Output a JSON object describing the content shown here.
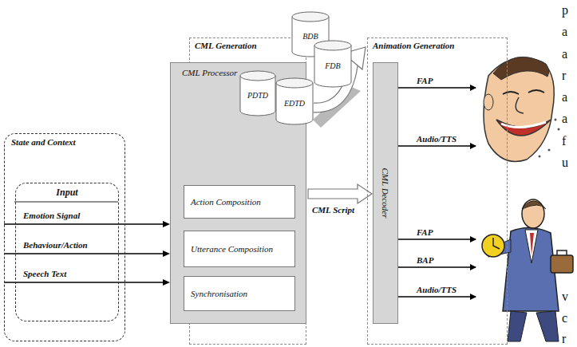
{
  "diagram": {
    "nodes": [
      {
        "text": [
          "State and Context"
        ]
      },
      {
        "text": [
          "Input"
        ],
        "in": 0
      },
      {
        "text": [
          "CML Generation"
        ]
      },
      {
        "text": [
          "CML Processor"
        ],
        "in": 2
      },
      {
        "text": [
          "Action Composition"
        ],
        "in": 3
      },
      {
        "text": [
          "Utterance Composition"
        ],
        "in": 3
      },
      {
        "text": [
          "Synchronisation"
        ],
        "in": 3
      },
      {
        "text": [
          "BDB"
        ]
      },
      {
        "text": [
          "FDB"
        ]
      },
      {
        "text": [
          "PDTD"
        ]
      },
      {
        "text": [
          "EDTD"
        ]
      },
      {
        "text": [
          "Animation Generation"
        ]
      },
      {
        "text": [
          "CML Decoder"
        ],
        "in": 11
      }
    ],
    "edges": [
      {
        "from": 0,
        "to": 3,
        "label": "Emotion Signal",
        "arrow": "to"
      },
      {
        "from": 0,
        "to": 3,
        "label": "Behaviour/Action",
        "arrow": "to"
      },
      {
        "from": 0,
        "to": 3,
        "label": "Speech Text",
        "arrow": "to"
      },
      {
        "from": 3,
        "to": 12,
        "label": "CML Script",
        "arrow": "to"
      },
      {
        "from": 10,
        "to": 11,
        "arrow": "to"
      }
    ],
    "labels": [
      "FAP",
      "Audio/TTS",
      "FAP",
      "BAP",
      "Audio/TTS",
      "p",
      "a",
      "a",
      "r",
      "a",
      "a",
      "f",
      "u",
      "v",
      "c",
      "r"
    ]
  }
}
